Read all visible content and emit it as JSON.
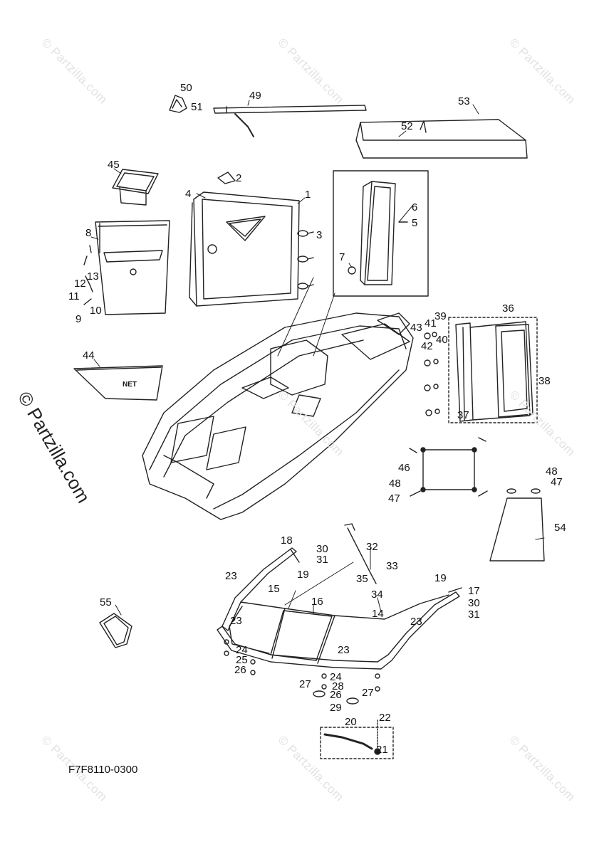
{
  "diagram_code": "F7F8110-0300",
  "net_label": "NET",
  "watermark_text": "© Partzilla.com",
  "side_watermark": "© Partzilla.com",
  "callouts": [
    "1",
    "2",
    "3",
    "4",
    "5",
    "6",
    "7",
    "8",
    "9",
    "10",
    "11",
    "12",
    "13",
    "14",
    "15",
    "16",
    "17",
    "18",
    "19",
    "19",
    "20",
    "21",
    "22",
    "23",
    "23",
    "23",
    "23",
    "24",
    "24",
    "25",
    "26",
    "26",
    "27",
    "27",
    "28",
    "29",
    "30",
    "30",
    "31",
    "31",
    "32",
    "33",
    "34",
    "35",
    "36",
    "37",
    "38",
    "39",
    "40",
    "41",
    "42",
    "43",
    "44",
    "45",
    "46",
    "47",
    "47",
    "48",
    "48",
    "49",
    "50",
    "51",
    "52",
    "53",
    "54",
    "55"
  ]
}
